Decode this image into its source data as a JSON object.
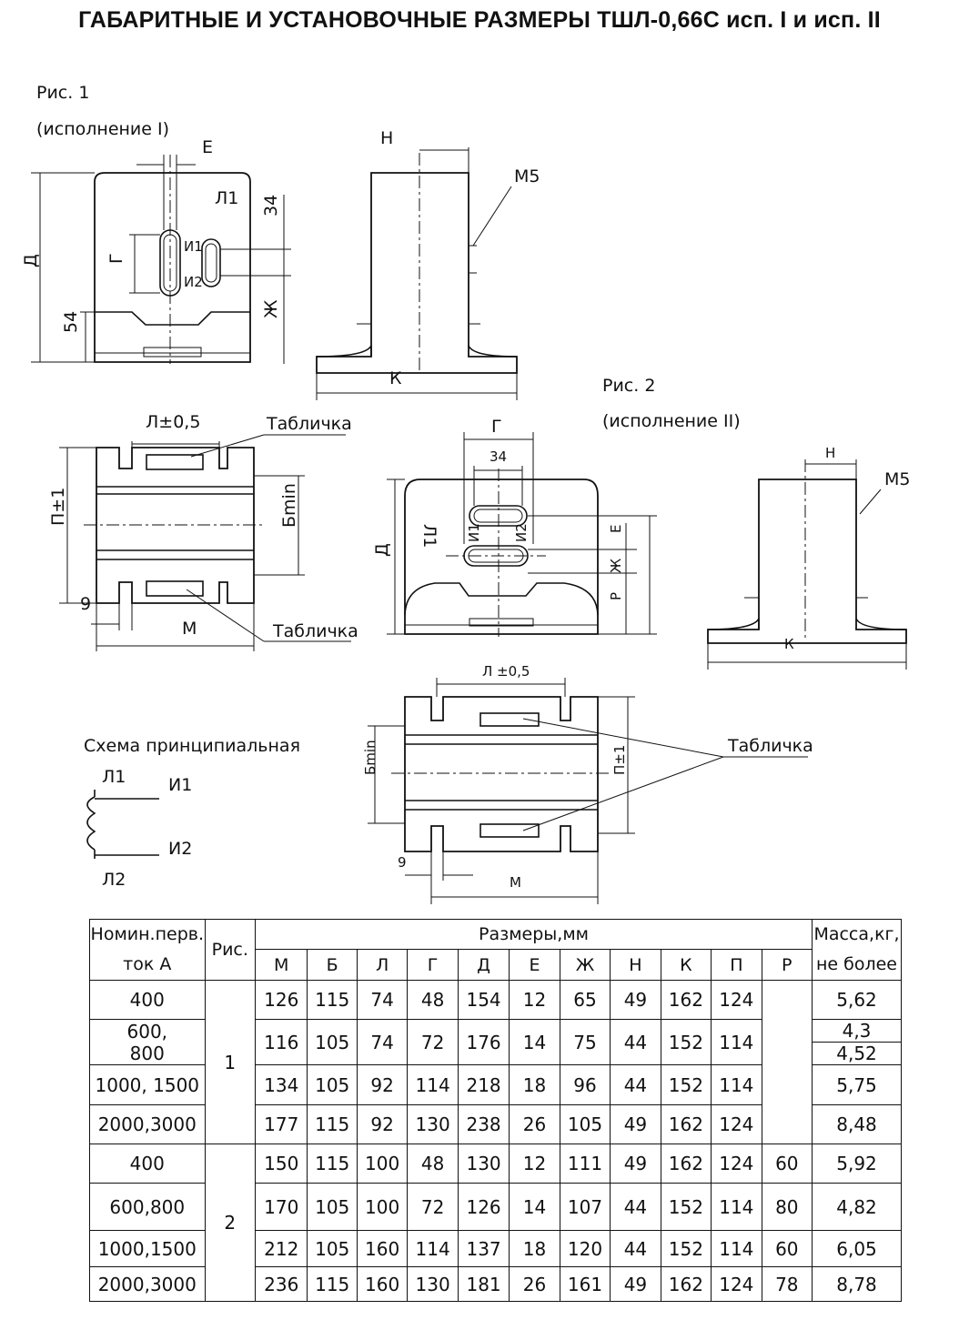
{
  "title": "ГАБАРИТНЫЕ И УСТАНОВОЧНЫЕ РАЗМЕРЫ ТШЛ-0,66С исп. I и исп. II",
  "fig1": {
    "caption": "Рис. 1",
    "subcaption": "(исполнение I)"
  },
  "fig2": {
    "caption": "Рис. 2",
    "subcaption": "(исполнение II)"
  },
  "labels": {
    "E": "Е",
    "L1": "Л1",
    "I1": "И1",
    "I2": "И2",
    "G": "Г",
    "D": "Д",
    "dim34": "34",
    "dim54": "54",
    "Zh": "Ж",
    "N": "Н",
    "M5": "М5",
    "K": "К",
    "L05": "Л±0,5",
    "L05b": "Л ±0,5",
    "plate": "Табличка",
    "P1": "П±1",
    "Bmin": "Бmin",
    "dim9": "9",
    "M": "М",
    "R": "Р"
  },
  "schema": {
    "title": "Схема принципиальная",
    "L1": "Л1",
    "L2": "Л2",
    "I1": "И1",
    "I2": "И2"
  },
  "table": {
    "head": {
      "nominal_1": "Номин.перв.",
      "nominal_2": "ток А",
      "fig": "Рис.",
      "dims": "Размеры,мм",
      "mass_1": "Масса,кг,",
      "mass_2": "не более",
      "cols": [
        "М",
        "Б",
        "Л",
        "Г",
        "Д",
        "Е",
        "Ж",
        "Н",
        "К",
        "П",
        "Р"
      ]
    },
    "fig1_label": "1",
    "fig2_label": "2",
    "rows1": [
      {
        "current": "400",
        "vals": [
          "126",
          "115",
          "74",
          "48",
          "154",
          "12",
          "65",
          "49",
          "162",
          "124"
        ],
        "mass": "5,62"
      },
      {
        "current": "600,\n800",
        "vals": [
          "116",
          "105",
          "74",
          "72",
          "176",
          "14",
          "75",
          "44",
          "152",
          "114"
        ],
        "mass_a": "4,3",
        "mass_b": "4,52"
      },
      {
        "current": "1000, 1500",
        "vals": [
          "134",
          "105",
          "92",
          "114",
          "218",
          "18",
          "96",
          "44",
          "152",
          "114"
        ],
        "mass": "5,75"
      },
      {
        "current": "2000,3000",
        "vals": [
          "177",
          "115",
          "92",
          "130",
          "238",
          "26",
          "105",
          "49",
          "162",
          "124"
        ],
        "mass": "8,48"
      }
    ],
    "rows2": [
      {
        "current": "400",
        "vals": [
          "150",
          "115",
          "100",
          "48",
          "130",
          "12",
          "111",
          "49",
          "162",
          "124",
          "60"
        ],
        "mass": "5,92"
      },
      {
        "current": "600,800",
        "vals": [
          "170",
          "105",
          "100",
          "72",
          "126",
          "14",
          "107",
          "44",
          "152",
          "114",
          "80"
        ],
        "mass": "4,82"
      },
      {
        "current": "1000,1500",
        "vals": [
          "212",
          "105",
          "160",
          "114",
          "137",
          "18",
          "120",
          "44",
          "152",
          "114",
          "60"
        ],
        "mass": "6,05"
      },
      {
        "current": "2000,3000",
        "vals": [
          "236",
          "115",
          "160",
          "130",
          "181",
          "26",
          "161",
          "49",
          "162",
          "124",
          "78"
        ],
        "mass": "8,78"
      }
    ]
  }
}
